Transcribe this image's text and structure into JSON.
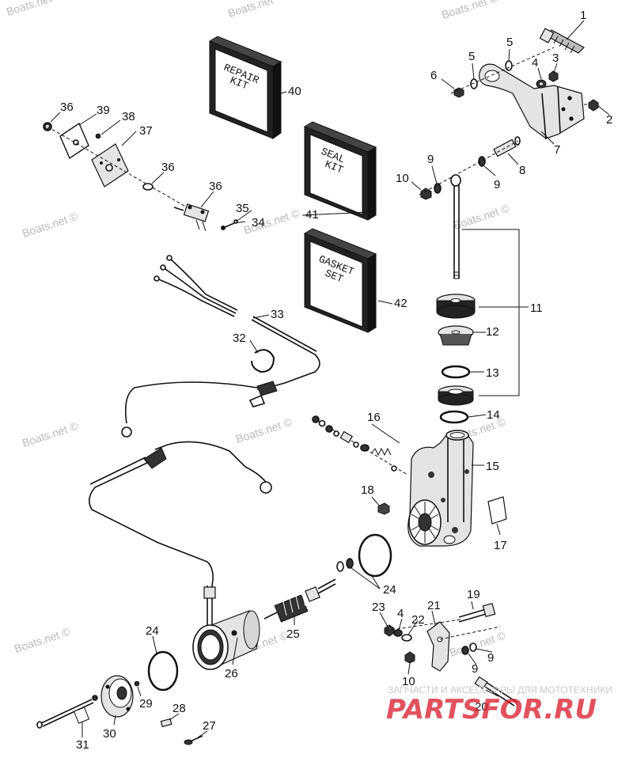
{
  "watermarks": [
    "Boats.net ©",
    "Boats.net",
    "Boats.net ©",
    "Boats.net ©",
    "Boats.net ©",
    "Boats.net ©",
    "Boats.net ©",
    "Boats.net ©",
    "Boats.net ©",
    "Boats.net ©",
    "Boats.net ©",
    "Boats.net ©"
  ],
  "kits": {
    "repair": [
      "REPAIR",
      "KIT"
    ],
    "seal": [
      "SEAL",
      "KIT"
    ],
    "gasket": [
      "GASKET",
      "SET"
    ]
  },
  "callouts": {
    "c1": "1",
    "c2": "2",
    "c3": "3",
    "c4a": "4",
    "c5a": "5",
    "c5b": "5",
    "c6": "6",
    "c7": "7",
    "c8": "8",
    "c9a": "9",
    "c9b": "9",
    "c10a": "10",
    "c11": "11",
    "c12": "12",
    "c13": "13",
    "c14": "14",
    "c15": "15",
    "c16": "16",
    "c17": "17",
    "c18": "18",
    "c19": "19",
    "c20": "20",
    "c21": "21",
    "c22": "22",
    "c23": "23",
    "c4b": "4",
    "c24a": "24",
    "c24b": "24",
    "c25": "25",
    "c26": "26",
    "c27": "27",
    "c28": "28",
    "c29": "29",
    "c30": "30",
    "c31": "31",
    "c32": "32",
    "c33": "33",
    "c34": "34",
    "c35": "35",
    "c36a": "36",
    "c36b": "36",
    "c36c": "36",
    "c37": "37",
    "c38": "38",
    "c39": "39",
    "c40": "40",
    "c41": "41",
    "c42": "42",
    "c9c": "9",
    "c9d": "9",
    "c10b": "10"
  },
  "brand": {
    "tagline": "ЗАПЧАСТИ И АКСЕССУАРЫ ДЛЯ МОТОТЕХНИКИ",
    "logo": "PARTSFOR.RU"
  }
}
